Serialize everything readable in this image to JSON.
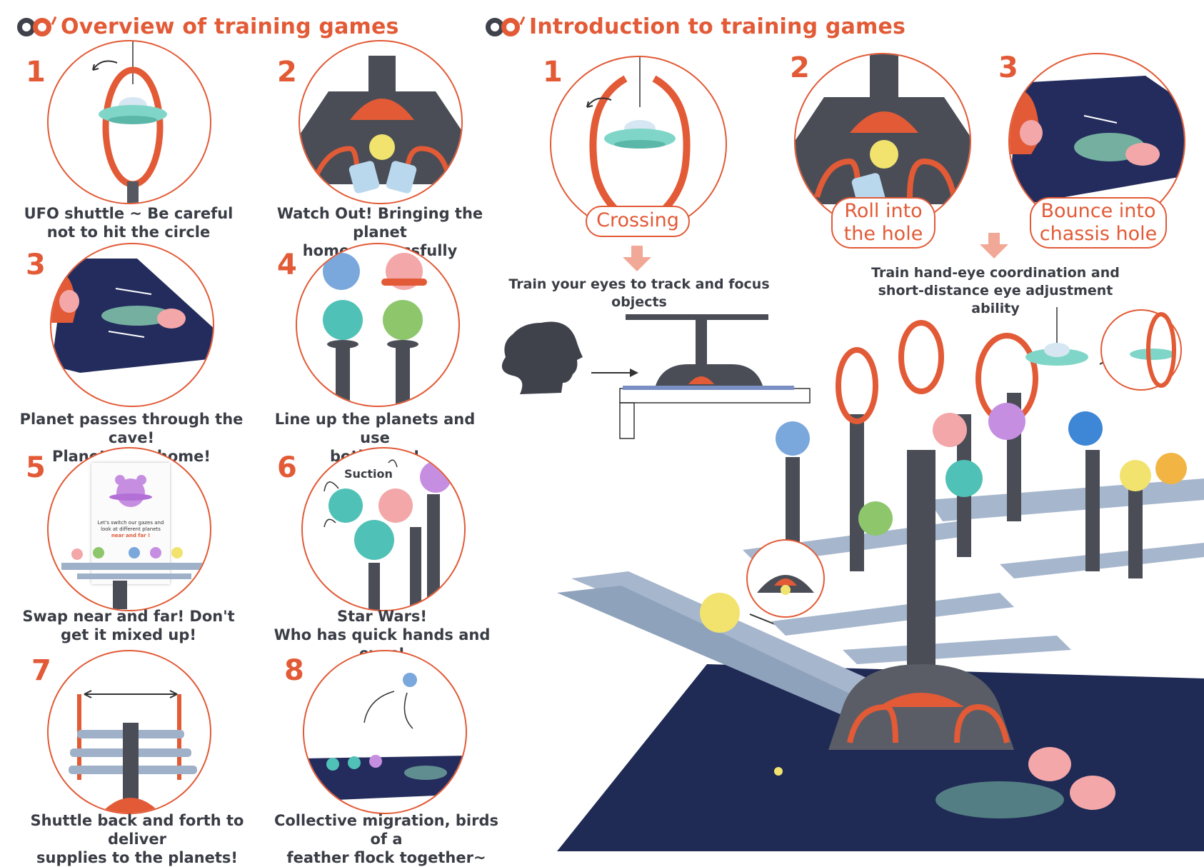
{
  "overview": {
    "title": "Overview of training games",
    "items": [
      {
        "num": "1",
        "caption": [
          "UFO shuttle ~ Be careful",
          "not to hit the circle"
        ]
      },
      {
        "num": "2",
        "caption": [
          "Watch Out! Bringing the planet",
          "home successfully"
        ]
      },
      {
        "num": "3",
        "caption": [
          "Planet passes through the cave!",
          "Planet goes home!"
        ]
      },
      {
        "num": "4",
        "caption": [
          "Line up the planets and use",
          "both eyes!"
        ]
      },
      {
        "num": "5",
        "caption": [
          "Swap near and far! Don't",
          "get it mixed up!"
        ],
        "card_text": [
          "Let's switch our gazes and",
          "look at different planets"
        ],
        "card_highlight": "near and far !"
      },
      {
        "num": "6",
        "caption": [
          "Star Wars!",
          "Who has quick hands and eyes!"
        ],
        "label": "Suction"
      },
      {
        "num": "7",
        "caption": [
          "Shuttle back and forth to deliver",
          "supplies to the planets!"
        ]
      },
      {
        "num": "8",
        "caption": [
          "Collective migration, birds of a",
          "feather flock together~"
        ]
      }
    ]
  },
  "introduction": {
    "title": "Introduction to training games",
    "items": [
      {
        "num": "1",
        "pill": [
          "Crossing"
        ]
      },
      {
        "num": "2",
        "pill": [
          "Roll into",
          "the hole"
        ]
      },
      {
        "num": "3",
        "pill": [
          "Bounce into",
          "chassis hole"
        ]
      }
    ],
    "train_left": "Train your eyes to track and focus objects",
    "train_right": [
      "Train hand-eye coordination and",
      "short-distance eye adjustment ability"
    ]
  },
  "colors": {
    "accent": "#e25a36",
    "dark": "#3f424b",
    "mat": "#1f2a55",
    "branch": "#a6b6cc"
  }
}
